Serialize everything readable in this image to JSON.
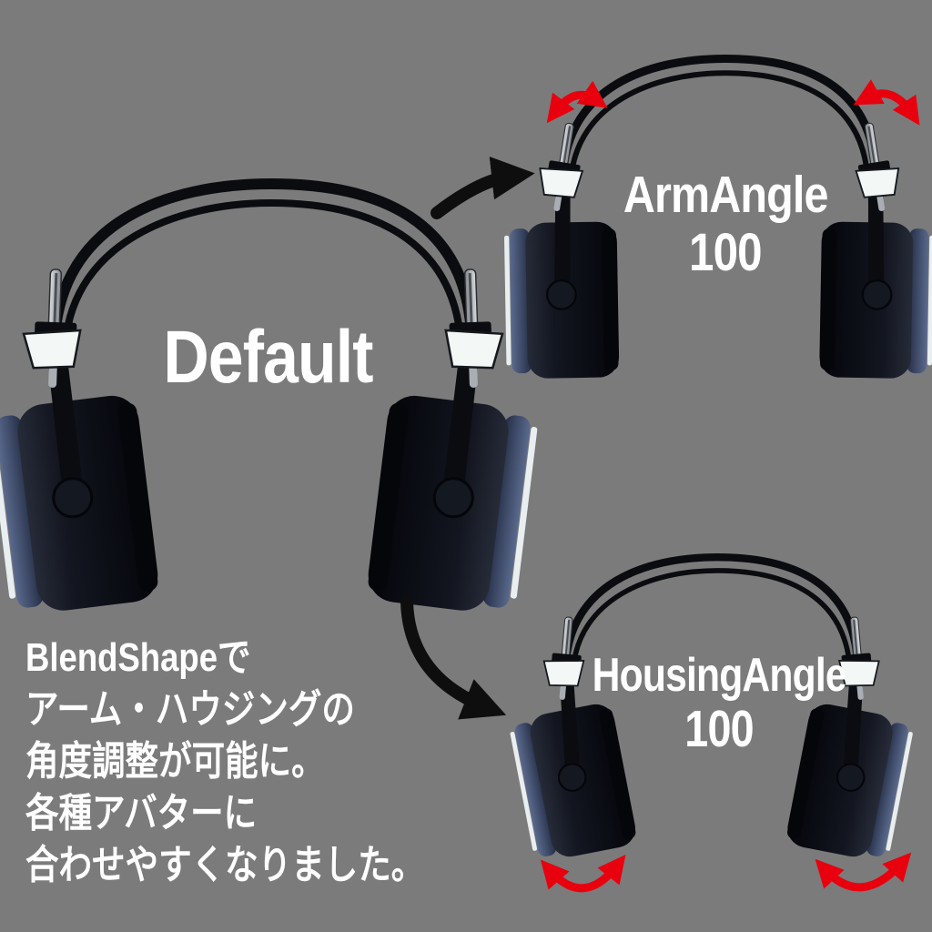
{
  "colors": {
    "background": "#7b7b7b",
    "text": "#ffffff",
    "accent_red": "#e8000e",
    "arrow_black": "#0e0e0e",
    "headphone_black": "#0b0c10",
    "ear_pad_blue": "#3c4a6b",
    "adjuster_white": "#f3f7f6"
  },
  "labels": {
    "default_title": "Default",
    "arm_angle": {
      "title": "ArmAngle",
      "value": "100"
    },
    "housing_angle": {
      "title": "HousingAngle",
      "value": "100"
    }
  },
  "caption": {
    "lines": [
      "BlendShapeで",
      "アーム・ハウジングの",
      "角度調整が可能に。",
      "各種アバターに",
      "合わせやすくなりました。"
    ]
  },
  "icons": {
    "pointer_to_arm_angle": "black-curved-arrow-icon",
    "pointer_to_housing_angle": "black-curved-arrow-icon",
    "arm_rotation_left": "red-curved-double-arrow-icon",
    "arm_rotation_right": "red-curved-double-arrow-icon",
    "housing_rotation_left": "red-curved-double-arrow-icon",
    "housing_rotation_right": "red-curved-double-arrow-icon"
  }
}
